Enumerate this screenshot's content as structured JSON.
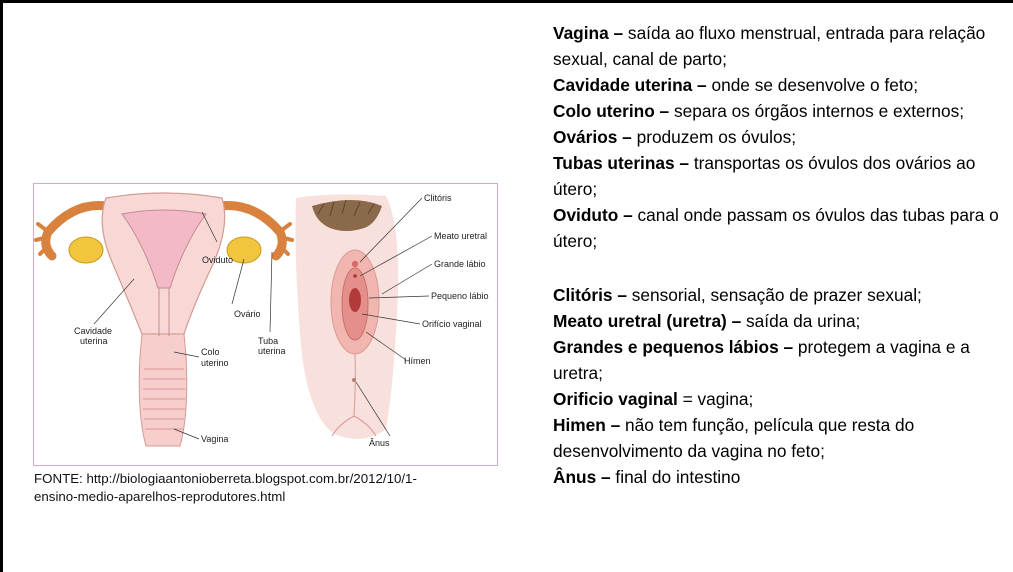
{
  "figure": {
    "labels": {
      "oviduto": "Oviduto",
      "ovario": "Ovário",
      "cavidade_line1": "Cavidade",
      "cavidade_line2": "uterina",
      "colo_line1": "Colo",
      "colo_line2": "uterino",
      "tuba_line1": "Tuba",
      "tuba_line2": "uterina",
      "vagina": "Vagina",
      "clitoris": "Clitóris",
      "meato": "Meato uretral",
      "grande": "Grande lábio",
      "pequeno": "Pequeno lábio",
      "orificio": "Orifício vaginal",
      "himen": "Hímen",
      "anus": "Ânus"
    }
  },
  "caption": {
    "line1": "FONTE: http://biologiaantonioberreta.blogspot.com.br/2012/10/1-",
    "line2": "ensino-medio-aparelhos-reprodutores.html"
  },
  "items": [
    {
      "term": "Vagina –",
      "text": " saída ao fluxo menstrual, entrada para relação sexual, canal de parto;"
    },
    {
      "term": "Cavidade uterina –",
      "text": " onde se desenvolve o feto;"
    },
    {
      "term": "Colo uterino –",
      "text": " separa os órgãos internos e externos;"
    },
    {
      "term": "Ovários –",
      "text": " produzem os óvulos;"
    },
    {
      "term": "Tubas uterinas –",
      "text": " transportas os óvulos dos ovários ao útero;"
    },
    {
      "term": "Oviduto –",
      "text": " canal onde passam os óvulos das tubas para o útero;"
    },
    {
      "term": "Clitóris –",
      "text": " sensorial, sensação de prazer sexual;"
    },
    {
      "term": "Meato uretral (uretra) –",
      "text": " saída da urina;"
    },
    {
      "term": "Grandes e pequenos lábios –",
      "text": " protegem a vagina e a uretra;"
    },
    {
      "term": "Orificio vaginal",
      "text": " = vagina;"
    },
    {
      "term": "Himen –",
      "text": " não tem função, película que resta do desenvolvimento da vagina no feto;"
    },
    {
      "term": "Ânus –",
      "text": " final do intestino"
    }
  ]
}
